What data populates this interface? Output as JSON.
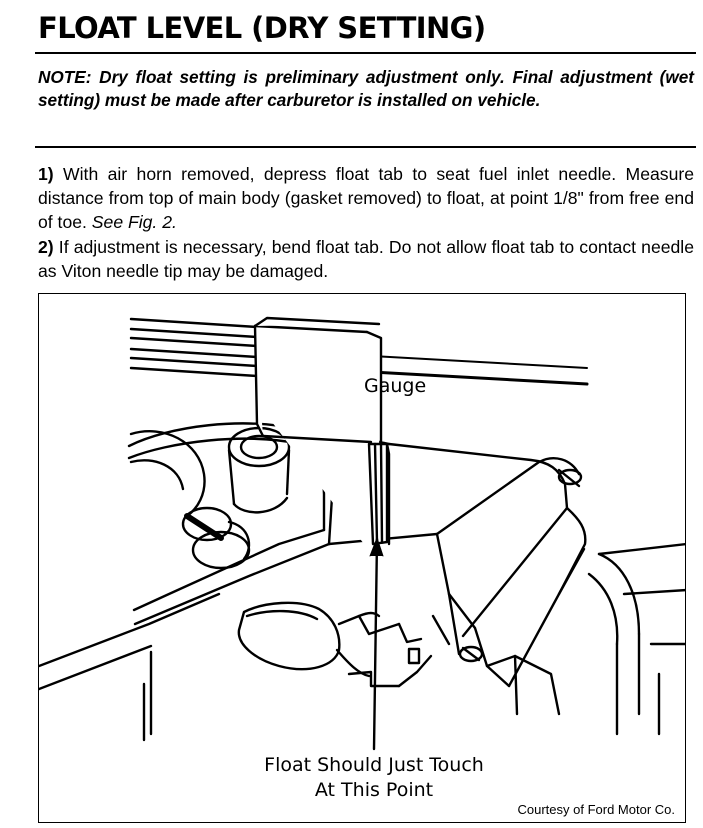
{
  "title": "FLOAT LEVEL (DRY SETTING)",
  "note": {
    "label": "NOTE:",
    "text": " Dry float setting is preliminary adjustment only. Final adjustment (wet setting) must be made after carburetor is installed on vehicle."
  },
  "steps": [
    {
      "number": "1)",
      "text": " With air horn removed, depress float tab to seat fuel inlet needle. Measure distance from top of main body (gasket removed) to float, at point 1/8\" from free end of toe. ",
      "ref": "See Fig. 2."
    },
    {
      "number": "2)",
      "text": " If adjustment is necessary, bend float tab. Do not allow float tab to contact needle as Viton needle tip may be damaged."
    }
  ],
  "figure": {
    "gauge_label": "Gauge",
    "callout_line1": "Float Should Just Touch",
    "callout_line2": "At This Point",
    "credit": "Courtesy of Ford Motor Co."
  }
}
